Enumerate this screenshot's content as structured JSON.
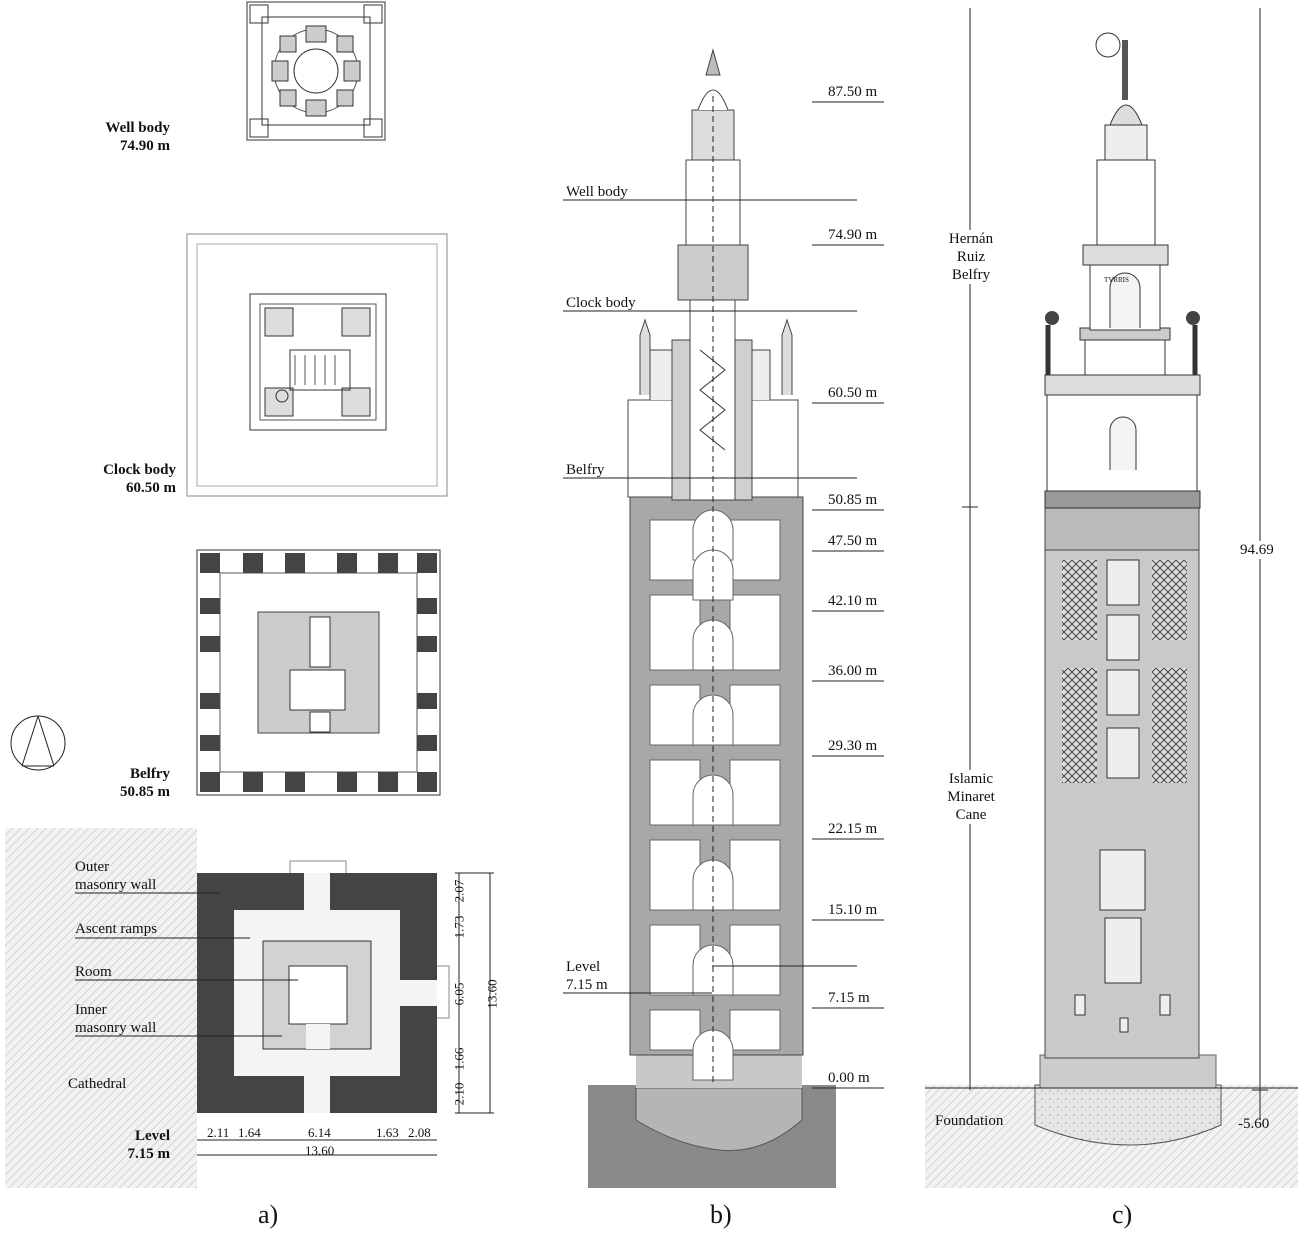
{
  "panel_a": {
    "caption": "a)",
    "plans": [
      {
        "name": "Well body",
        "level": "74.90 m"
      },
      {
        "name": "Clock body",
        "level": "60.50 m"
      },
      {
        "name": "Belfry",
        "level": "50.85 m"
      },
      {
        "name": "Level",
        "level": "7.15 m"
      }
    ],
    "legend": [
      "Outer masonry wall",
      "Ascent ramps",
      "Room",
      "Inner masonry wall",
      "Cathedral"
    ],
    "legend_lines": {
      "outer1": "Outer",
      "outer2": "masonry wall",
      "ramps": "Ascent ramps",
      "room": "Room",
      "inner1": "Inner",
      "inner2": "masonry wall",
      "cathedral": "Cathedral"
    },
    "dims_horizontal": [
      "2.11",
      "1.64",
      "6.14",
      "1.63",
      "2.08"
    ],
    "dim_total_horizontal": "13.60",
    "dims_vertical": [
      "2.07",
      "1.73",
      "6.05",
      "1.66",
      "2.10"
    ],
    "dim_total_vertical": "13.60"
  },
  "panel_b": {
    "caption": "b)",
    "sections": {
      "well1": "Well body",
      "clock": "Clock body",
      "belfry": "Belfry",
      "level1": "Level",
      "level2": "7.15 m"
    },
    "levels": [
      "87.50 m",
      "74.90 m",
      "60.50 m",
      "50.85 m",
      "47.50 m",
      "42.10 m",
      "36.00 m",
      "29.30 m",
      "22.15 m",
      "15.10 m",
      "7.15 m",
      "0.00 m"
    ],
    "marker_color": "#e01010"
  },
  "panel_c": {
    "caption": "c)",
    "parts": {
      "hr1": "Hernán",
      "hr2": "Ruiz",
      "hr3": "Belfry",
      "im1": "Islamic",
      "im2": "Minaret",
      "im3": "Cane",
      "foundation": "Foundation"
    },
    "inscription": "TVRRIS",
    "total_height": "94.69",
    "foundation_depth": "-5.60"
  }
}
